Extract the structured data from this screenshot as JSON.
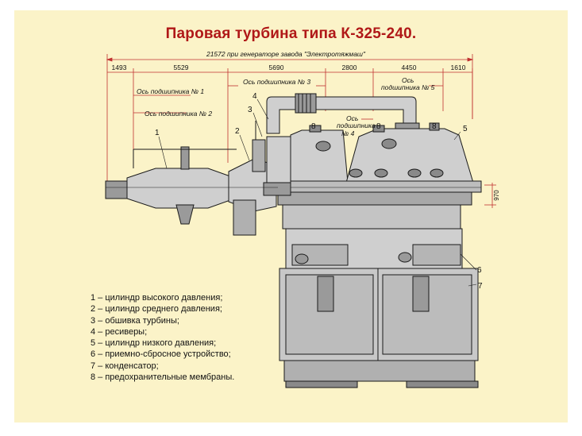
{
  "title": "Паровая турбина типа К-325-240.",
  "dims": {
    "total": "21572  при генераторе завода \"Электротяжмаш\"",
    "segments": [
      "1493",
      "5529",
      "5690",
      "2800",
      "4450",
      "1610"
    ],
    "height_970": "970"
  },
  "bearings": {
    "b1": "Ось подшипника № 1",
    "b2": "Ось подшипника № 2",
    "b3": "Ось подшипника № 3",
    "b4_line1": "Ось",
    "b4_line2": "подшипника",
    "b4_line3": "№ 4",
    "b5_line1": "Ось",
    "b5_line2": "подшипника № 5"
  },
  "callouts": {
    "c1": "1",
    "c2": "2",
    "c3": "3",
    "c4": "4",
    "c5": "5",
    "c6": "6",
    "c7": "7",
    "c8a": "8",
    "c8b": "8",
    "c8c": "8"
  },
  "legend": [
    "1 – цилиндр высокого давления;",
    "2 – цилиндр среднего давления;",
    "3 – обшивка турбины;",
    "4 – ресиверы;",
    "5 – цилиндр  низкого  давления;",
    "6 – приемно-сбросное устройство;",
    "7 – конденсатор;",
    "8 – предохранительные мембраны."
  ],
  "colors": {
    "background": "#fbf3c8",
    "title": "#b01818",
    "machine_fill": "#cfcfcf",
    "machine_dark": "#8a8a8a",
    "line": "#1a1a1a",
    "dim_line": "#c03030"
  }
}
